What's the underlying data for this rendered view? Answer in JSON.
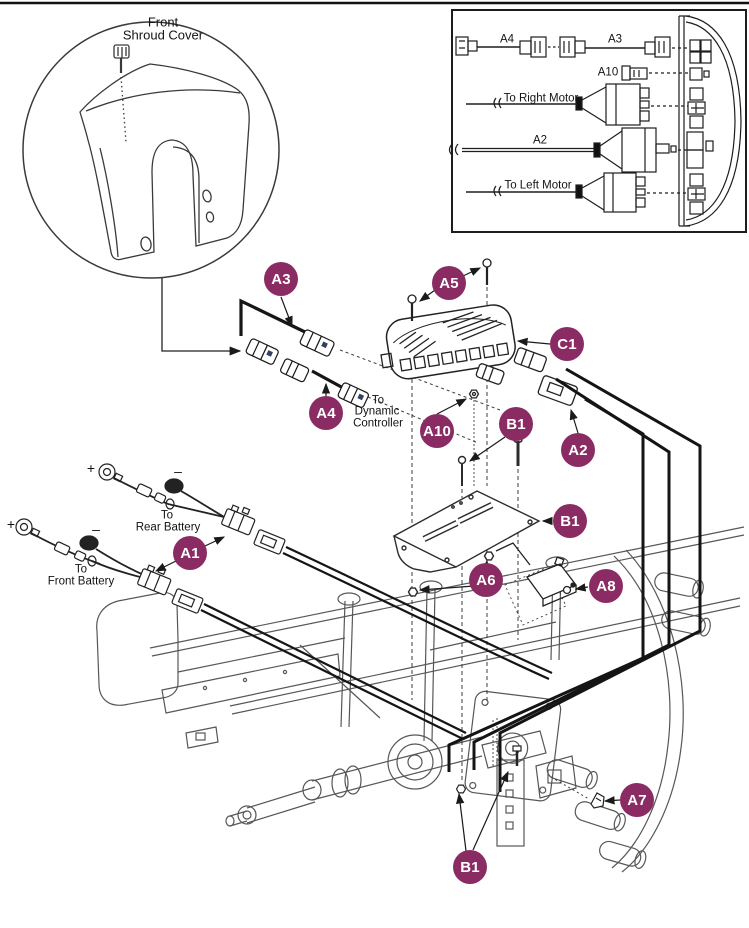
{
  "colors": {
    "badge_bg": "#8a2c63",
    "badge_text": "#ffffff",
    "line": "#1a1a1a"
  },
  "detail_circle": {
    "label_line1": "Front",
    "label_line2": "Shroud Cover"
  },
  "inset": {
    "cable_a4": "A4",
    "cable_a3": "A3",
    "cable_a10": "A10",
    "cable_a2": "A2",
    "to_right_motor": "To Right Motor",
    "to_left_motor": "To Left Motor"
  },
  "callouts": {
    "to_dynamic_line1": "To",
    "to_dynamic_line2": "Dynamic",
    "to_dynamic_line3": "Controller",
    "to_rear_line1": "To",
    "to_rear_line2": "Rear Battery",
    "to_front_line1": "To",
    "to_front_line2": "Front Battery",
    "plus": "+",
    "minus": "–"
  },
  "badges": [
    {
      "label": "A3"
    },
    {
      "label": "A5"
    },
    {
      "label": "C1"
    },
    {
      "label": "A4"
    },
    {
      "label": "A10"
    },
    {
      "label": "B1"
    },
    {
      "label": "A2"
    },
    {
      "label": "B1"
    },
    {
      "label": "A6"
    },
    {
      "label": "A8"
    },
    {
      "label": "A1"
    },
    {
      "label": "A7"
    },
    {
      "label": "B1"
    }
  ]
}
